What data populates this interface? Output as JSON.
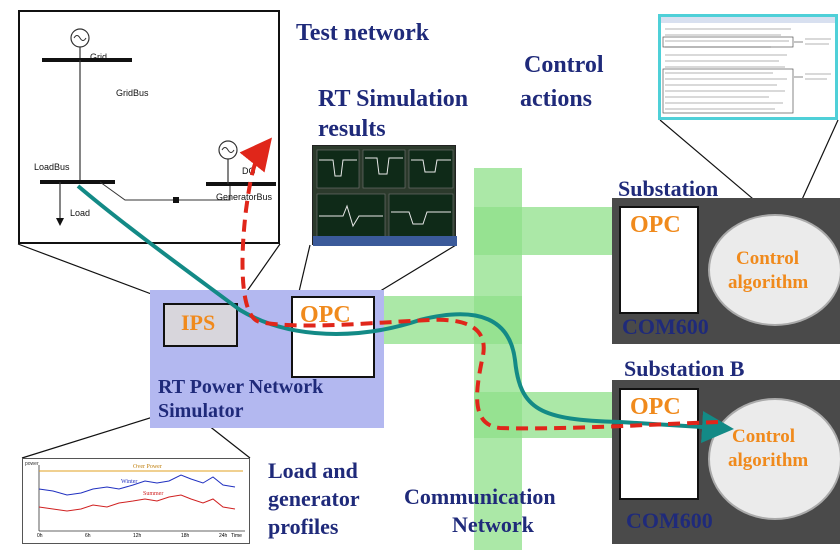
{
  "labels": {
    "test_network": "Test network",
    "rt_sim_results_line1": "RT Simulation",
    "rt_sim_results_line2": "results",
    "control_actions_line1": "Control",
    "control_actions_line2": "actions",
    "rt_power_line1": "RT Power Network",
    "rt_power_line2": "Simulator",
    "ips": "IPS",
    "opc_sim": "OPC",
    "substation_a": "Substation",
    "substation_b": "Substation B",
    "opc_a": "OPC",
    "opc_b": "OPC",
    "control_a_line1": "Control",
    "control_a_line2": "algorithm",
    "control_b_line1": "Control",
    "control_b_line2": "algorithm",
    "com600_a": "COM600",
    "com600_b": "COM600",
    "load_gen_line1": "Load and",
    "load_gen_line2": "generator",
    "load_gen_line3": "profiles",
    "comm_line1": "Communication",
    "comm_line2": "Network"
  },
  "network": {
    "grid": "Grid",
    "gridbus": "GridBus",
    "loadbus": "LoadBus",
    "load": "Load",
    "dg": "DG",
    "generatorbus": "GeneratorBus"
  },
  "profiles": {
    "legend_top": "Over Power",
    "series_winter": "Winter",
    "series_summer": "Summer",
    "x_ticks": [
      "0h",
      "6h",
      "12h",
      "18h",
      "24h"
    ],
    "x_unit": "Time",
    "y_label": "power"
  },
  "colors": {
    "navy": "#1f2a7a",
    "orange": "#f08a1c",
    "sim_block": "#b3b8f0",
    "substation": "#4a4a4a",
    "comm_green": "#8fe08a",
    "teal": "#138a86",
    "red_dash": "#e0261a"
  }
}
